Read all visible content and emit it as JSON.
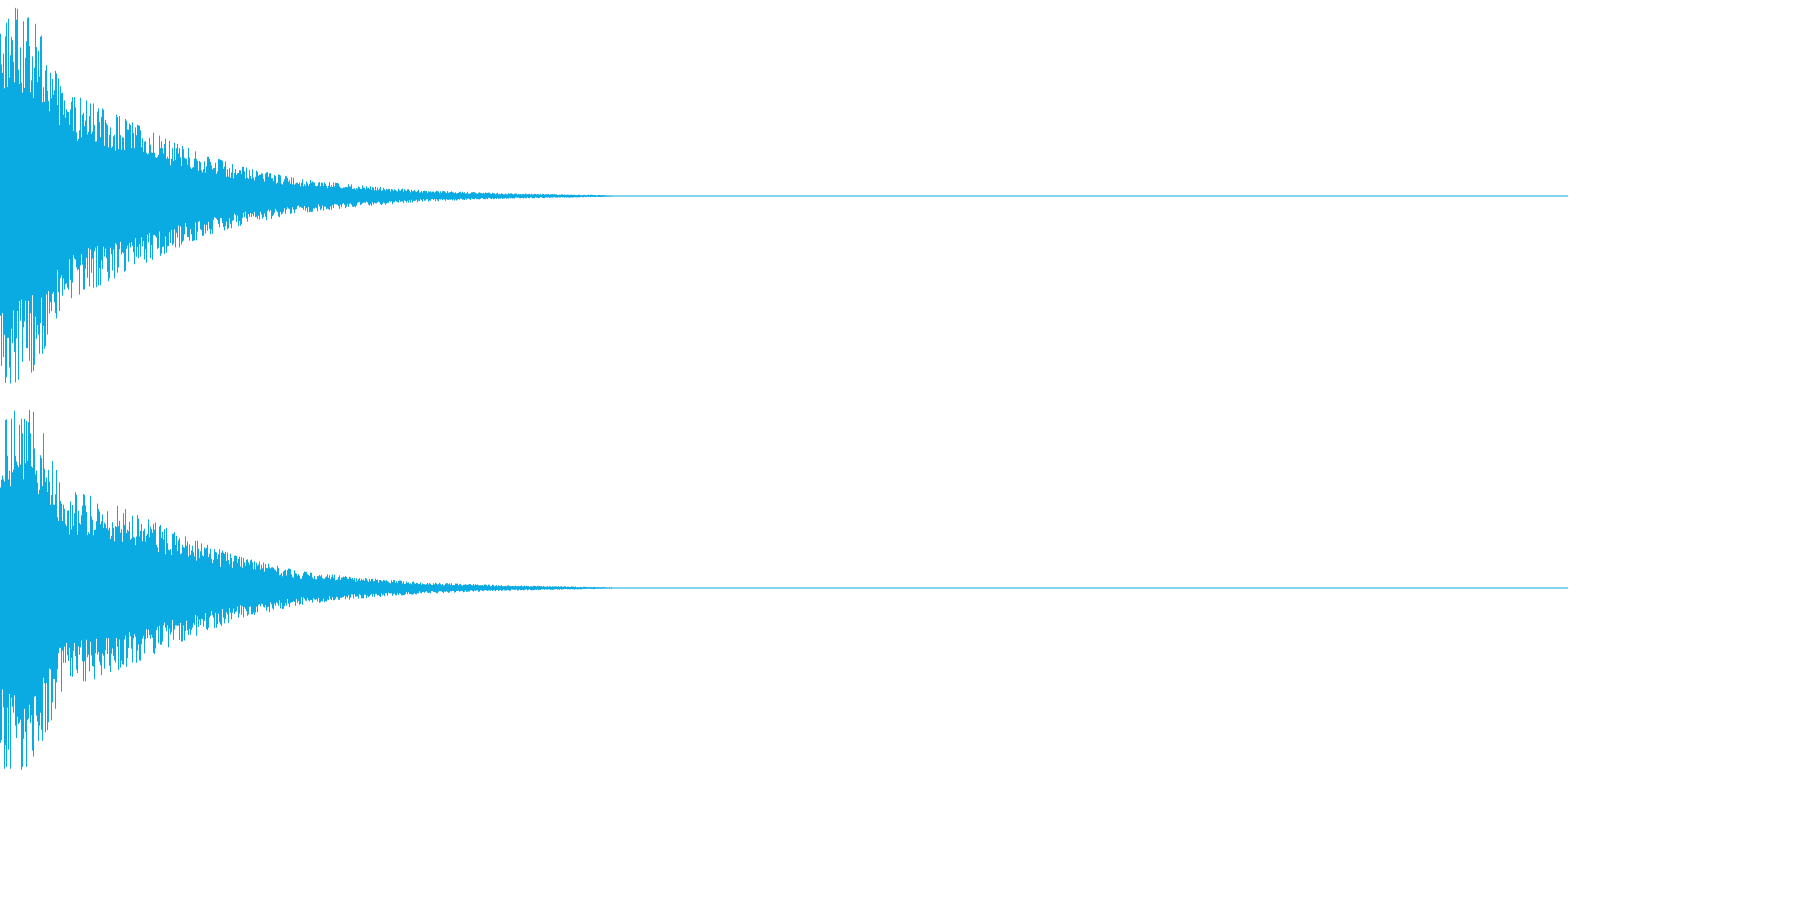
{
  "waveform": {
    "color": "#0aabe3",
    "background": "#ffffff",
    "channels": [
      {
        "name": "",
        "peak_amplitude": 0.98,
        "decay_fraction": 0.39,
        "envelope": [
          [
            0.0,
            0.97
          ],
          [
            0.01,
            0.98
          ],
          [
            0.023,
            0.9
          ],
          [
            0.04,
            0.55
          ],
          [
            0.06,
            0.48
          ],
          [
            0.085,
            0.38
          ],
          [
            0.11,
            0.28
          ],
          [
            0.15,
            0.16
          ],
          [
            0.19,
            0.09
          ],
          [
            0.23,
            0.055
          ],
          [
            0.27,
            0.03
          ],
          [
            0.32,
            0.015
          ],
          [
            0.39,
            0.004
          ],
          [
            1.0,
            0.0
          ]
        ]
      },
      {
        "name": "",
        "peak_amplitude": 0.97,
        "decay_fraction": 0.39,
        "envelope": [
          [
            0.0,
            0.95
          ],
          [
            0.01,
            0.97
          ],
          [
            0.023,
            0.92
          ],
          [
            0.04,
            0.52
          ],
          [
            0.06,
            0.48
          ],
          [
            0.085,
            0.4
          ],
          [
            0.11,
            0.3
          ],
          [
            0.15,
            0.17
          ],
          [
            0.19,
            0.09
          ],
          [
            0.23,
            0.055
          ],
          [
            0.27,
            0.03
          ],
          [
            0.32,
            0.015
          ],
          [
            0.39,
            0.004
          ],
          [
            1.0,
            0.0
          ]
        ]
      }
    ]
  }
}
